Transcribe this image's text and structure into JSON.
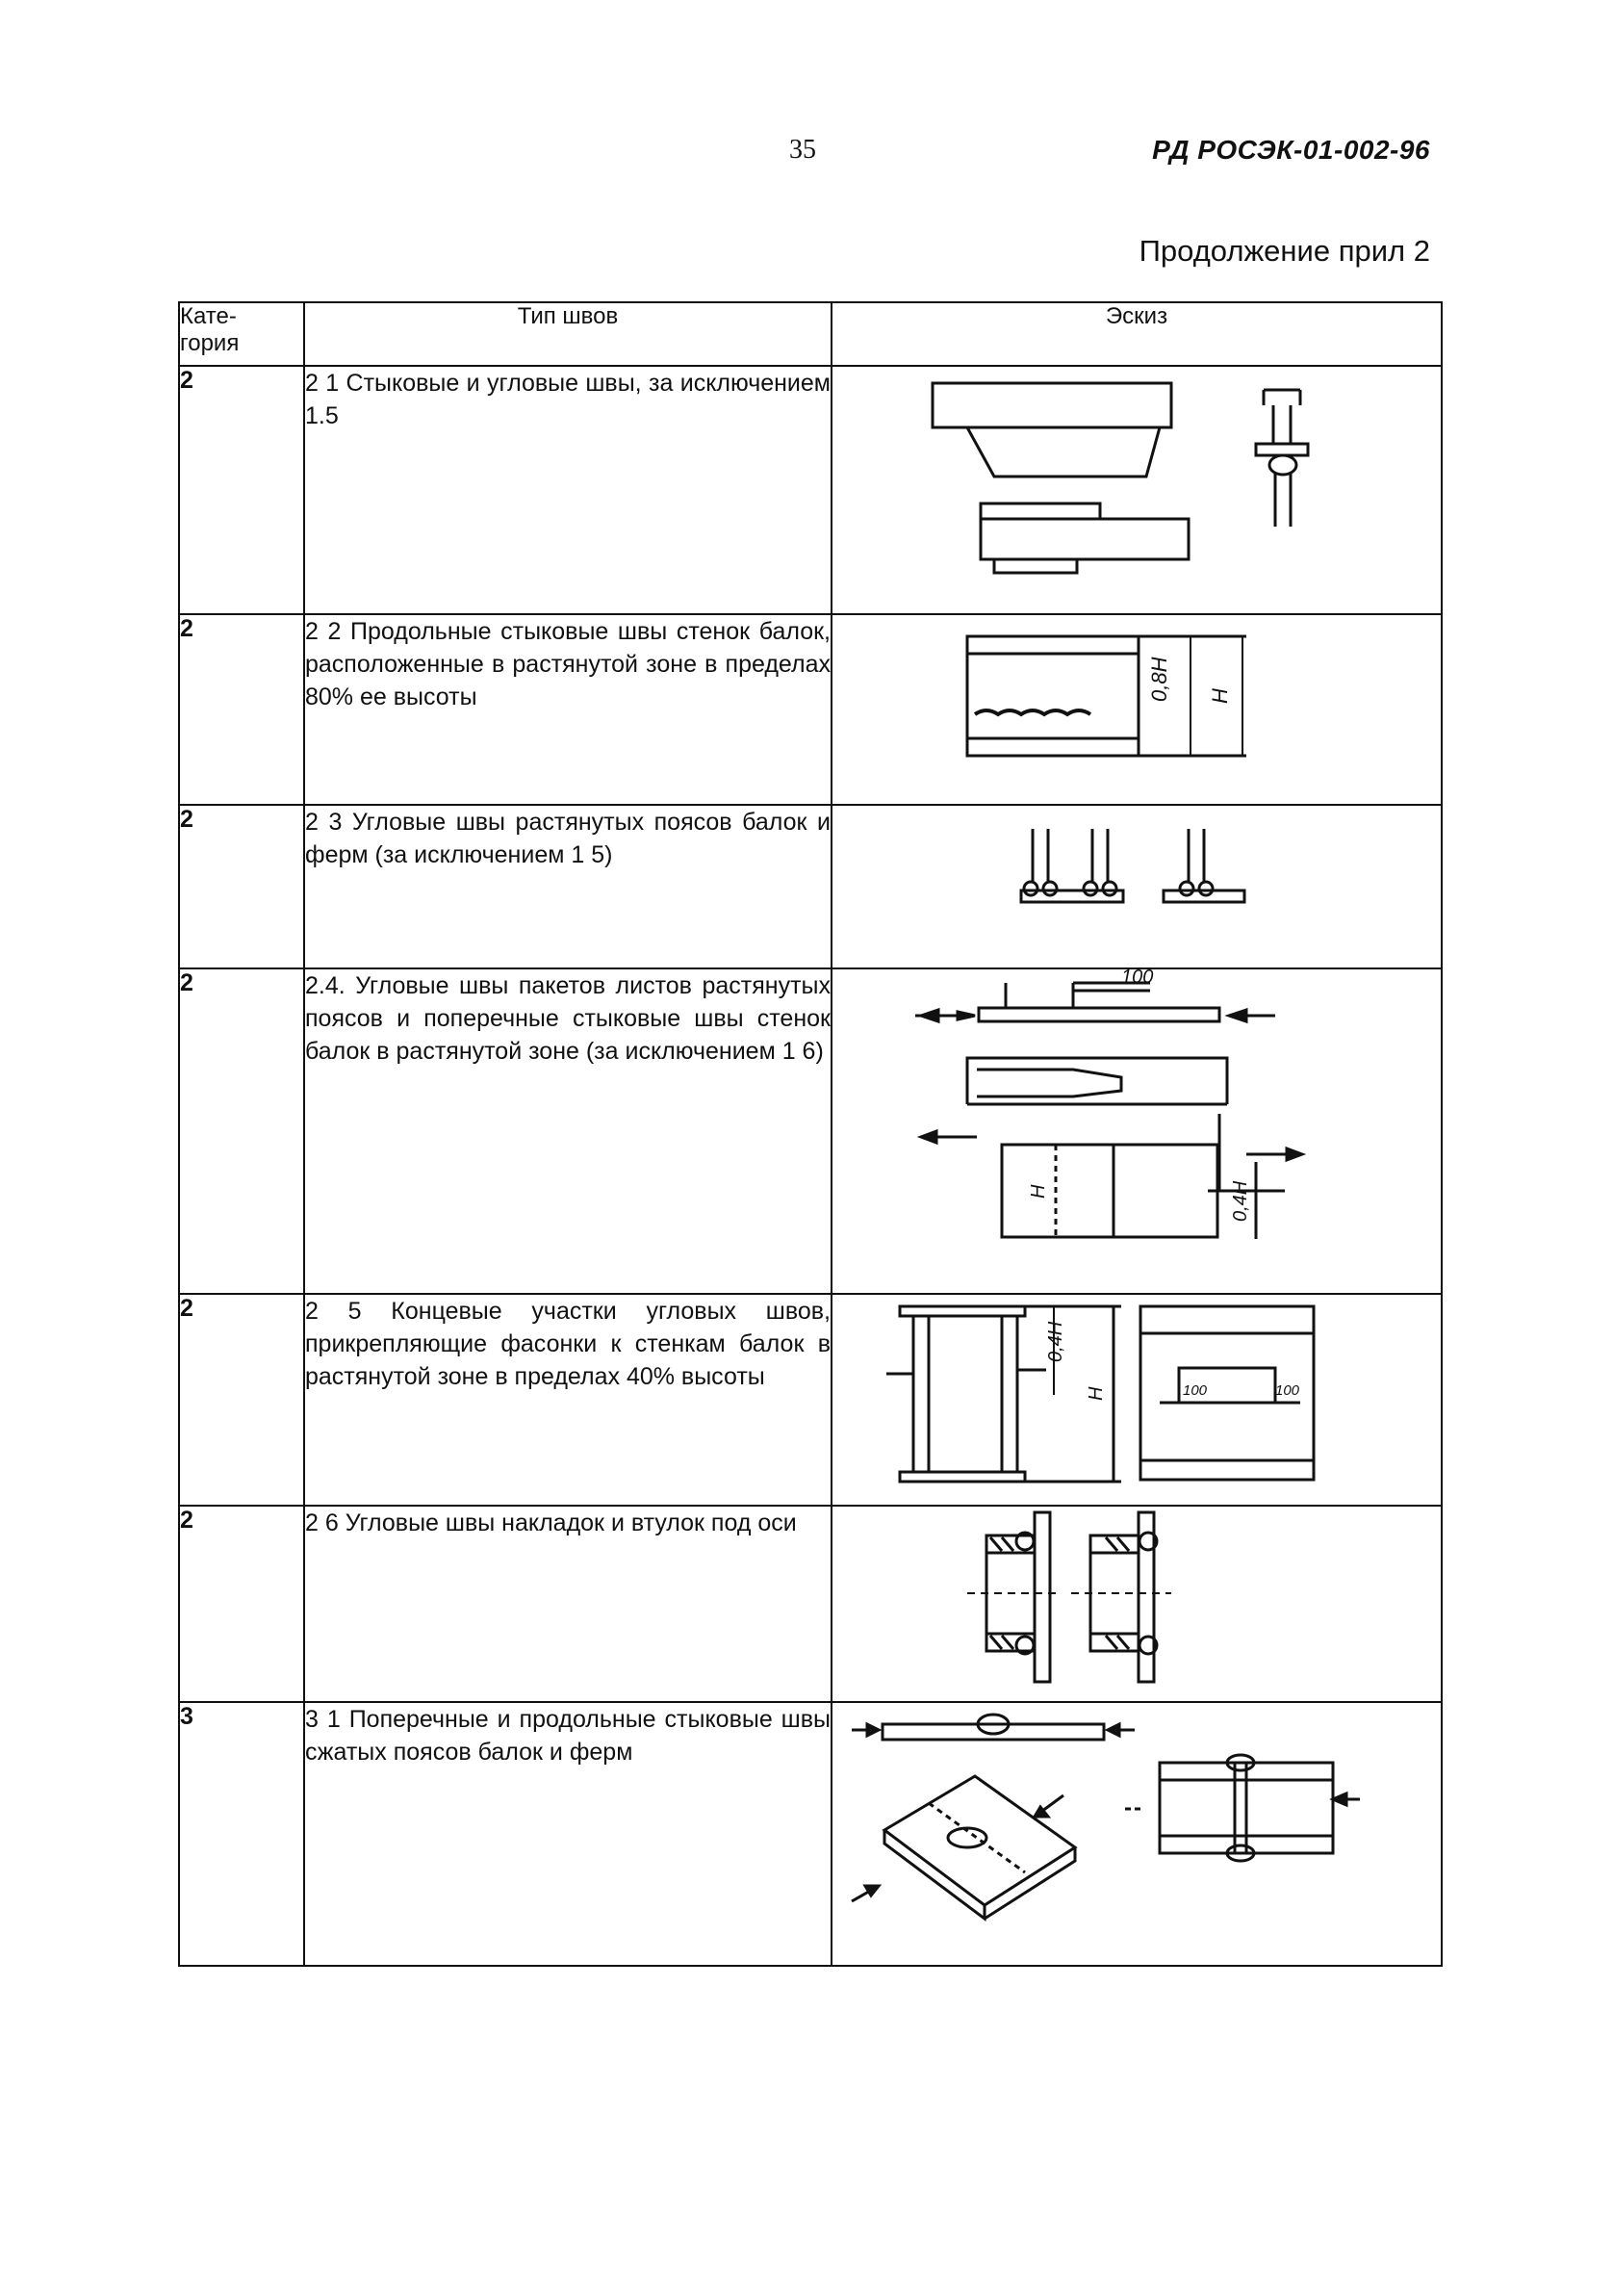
{
  "header": {
    "page_number": "35",
    "doc_code": "РД РОСЭК-01-002-96",
    "continuation": "Продолжение прил 2"
  },
  "table": {
    "columns": [
      "Кате-\nгория",
      "Тип швов",
      "Эскиз"
    ],
    "rows": [
      {
        "category": "2",
        "type": "2 1  Стыковые и угловые швы, за исключением 1.5"
      },
      {
        "category": "2",
        "type": "2 2  Продольные стыковые швы стенок балок, расположенные в растянутой зоне в пределах 80% ее высоты"
      },
      {
        "category": "2",
        "type": "2 3  Угловые швы растянутых поясов балок и ферм (за исключением 1 5)"
      },
      {
        "category": "2",
        "type": "2.4.  Угловые швы пакетов листов растянутых поясов и поперечные стыковые швы стенок балок в растянутой зоне (за исключением 1 6)"
      },
      {
        "category": "2",
        "type": "2 5  Концевые участки угловых швов, прикрепляющие фасонки к стенкам балок в растянутой зоне в пределах 40% высоты"
      },
      {
        "category": "2",
        "type": "2 6  Угловые швы накладок и втулок под оси"
      },
      {
        "category": "3",
        "type": "3 1  Поперечные и продольные стыковые швы сжатых поясов балок и ферм"
      }
    ]
  },
  "sketch_labels": {
    "r22_inner": "0,8H",
    "r22_outer": "H",
    "r24_top": "100",
    "r24_h": "H",
    "r24_side": "0,4H",
    "r25_04h": "0,4H",
    "r25_h": "H",
    "r25_100a": "100",
    "r25_100b": "100"
  }
}
